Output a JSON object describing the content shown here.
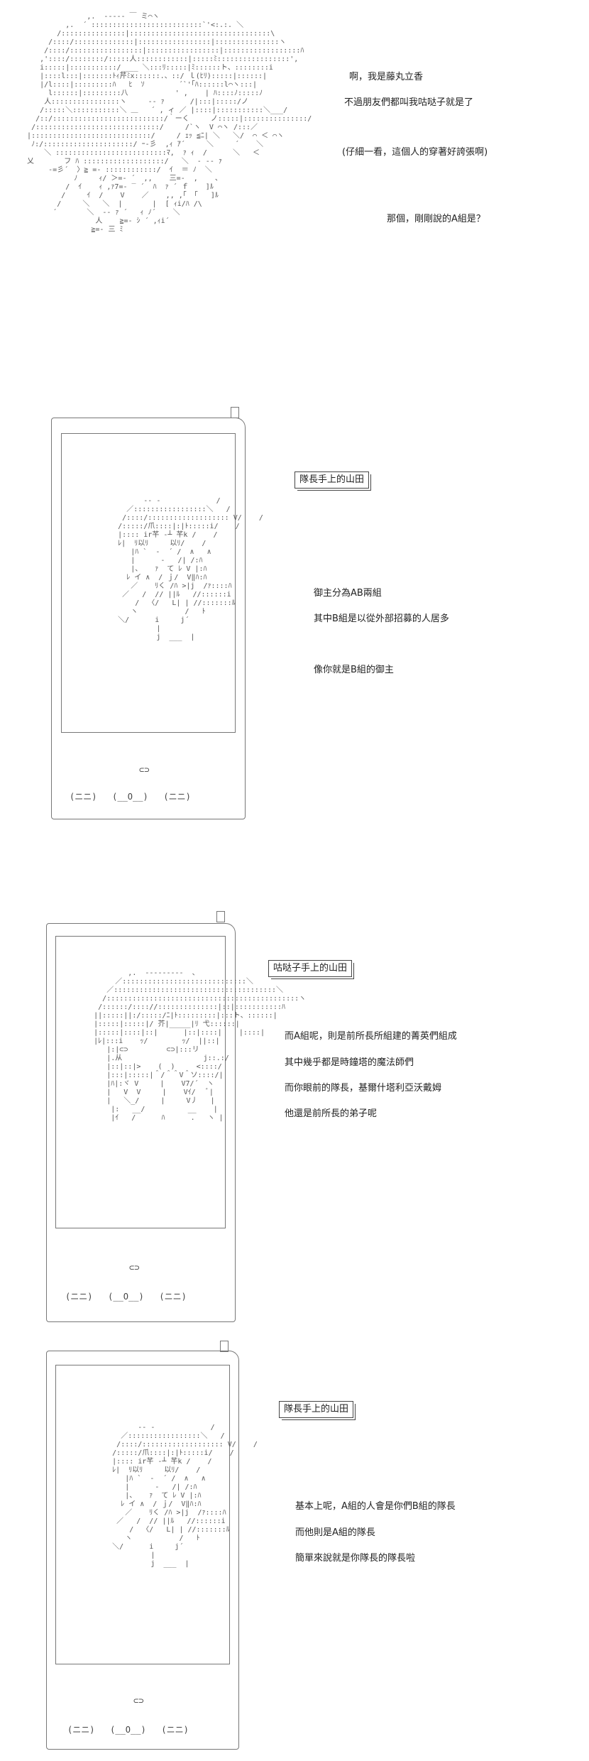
{
  "panel1": {
    "lines": [
      "啊，我是藤丸立香",
      "不過朋友們都叫我咕哒子就是了",
      "(仔細一看，這個人的穿著好誇張啊)",
      "那個，剛剛說的A組是？"
    ]
  },
  "panel2": {
    "caption": "隊長手上的山田",
    "lines": [
      "御主分為AB兩組",
      "其中B組是以從外部招募的人居多",
      "像你就是B組的御主"
    ]
  },
  "panel3": {
    "caption": "咕哒子手上的山田",
    "lines": [
      "而A組呢，則是前所長所組建的菁英們組成",
      "其中幾乎都是時鐘塔的魔法師們",
      "而你眼前的隊長，基爾什塔利亞沃戴姆",
      "他還是前所長的弟子呢"
    ]
  },
  "panel4": {
    "caption": "隊長手上的山田",
    "lines": [
      "基本上呢，A組的人會是你們B組的隊長",
      "而他則是A組的隊長",
      "簡單來說就是你隊長的隊長啦"
    ]
  },
  "phone_keys": {
    "top": "⊂⊃",
    "row": "(ニニ)   (__O__)   (ニニ)"
  }
}
